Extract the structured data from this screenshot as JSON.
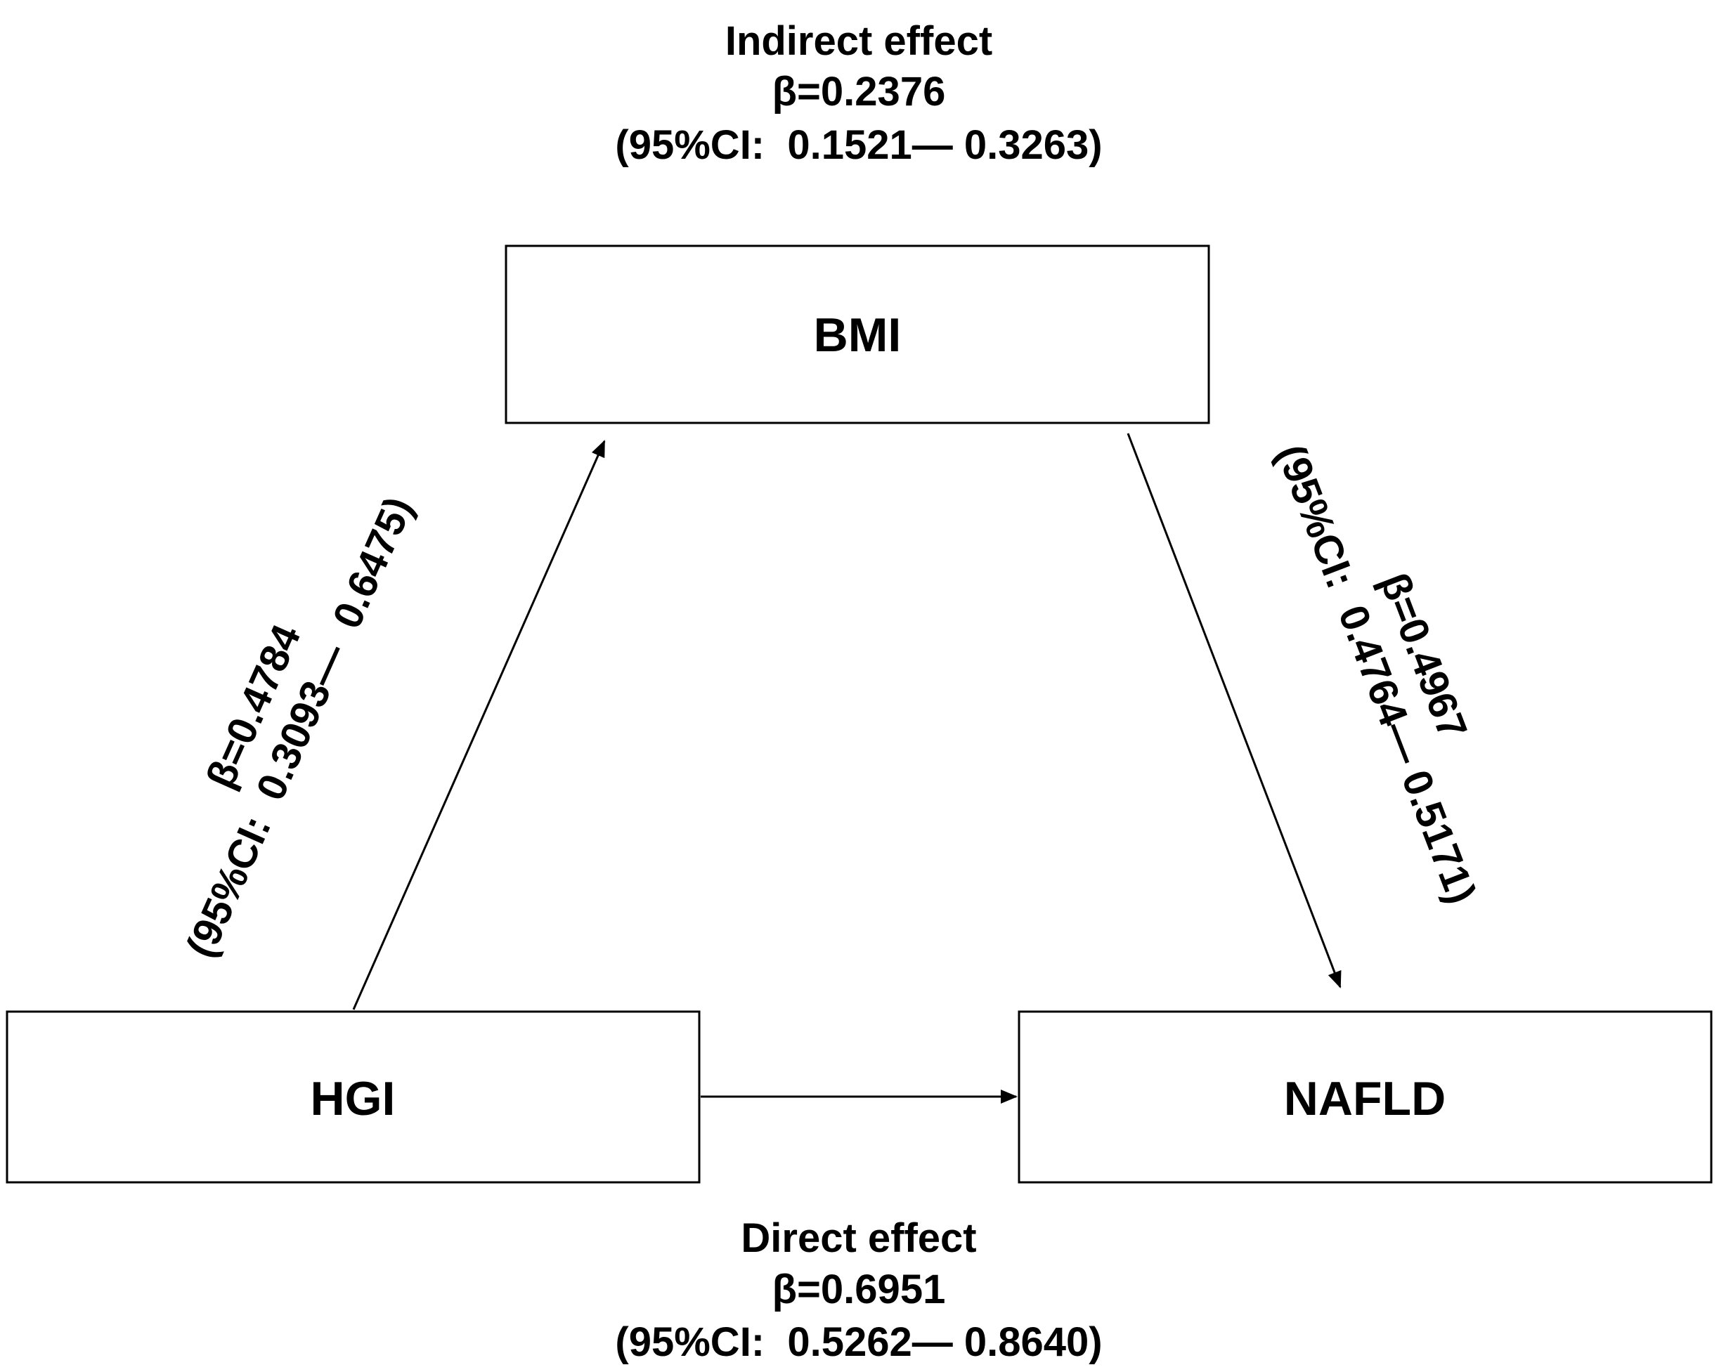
{
  "nodes": {
    "bmi": "BMI",
    "hgi": "HGI",
    "nafld": "NAFLD"
  },
  "indirect": {
    "title": "Indirect effect",
    "beta": "β=0.2376",
    "ci": "(95%CI:  0.1521— 0.3263)"
  },
  "direct": {
    "title": "Direct effect",
    "beta": "β=0.6951",
    "ci": "(95%CI:  0.5262— 0.8640)"
  },
  "path_a": {
    "beta": "β=0.4784",
    "ci": "(95%CI:  0.3093—  0.6475)"
  },
  "path_b": {
    "beta": "β=0.4967",
    "ci": "(95%CI:  0.4764— 0.5171)"
  }
}
